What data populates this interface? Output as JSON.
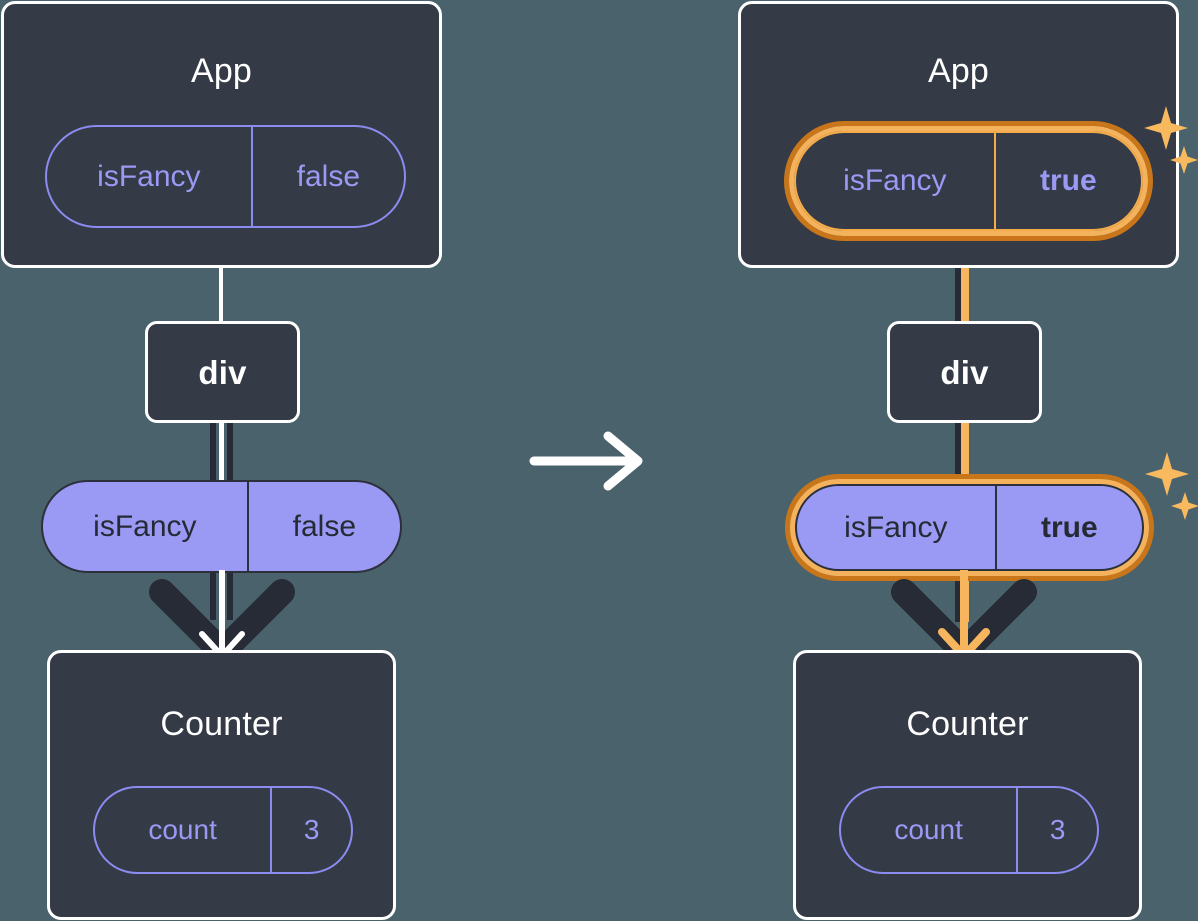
{
  "diagram": {
    "title": "React state update propagation",
    "background_color": "#4a626b",
    "box_fill": "#343a46",
    "box_border": "#ffffff",
    "pill_accent": "#9a9af5",
    "highlight_outer": "#c9761a",
    "highlight_inner": "#f5b25c",
    "sparkle_color": "#f8b95f",
    "line_white": "#ffffff",
    "line_dark": "#262b35"
  },
  "transition": {
    "arrow_icon": "arrow-right-icon",
    "label": ""
  },
  "before": {
    "app": {
      "title": "App",
      "state": {
        "key": "isFancy",
        "value": "false",
        "highlighted": false,
        "style": "outline"
      }
    },
    "div": {
      "title": "div"
    },
    "prop": {
      "key": "isFancy",
      "value": "false",
      "highlighted": false,
      "style": "filled"
    },
    "counter": {
      "title": "Counter",
      "state": {
        "key": "count",
        "value": "3",
        "highlighted": false,
        "style": "outline"
      }
    }
  },
  "after": {
    "app": {
      "title": "App",
      "state": {
        "key": "isFancy",
        "value": "true",
        "highlighted": true,
        "style": "outline"
      }
    },
    "div": {
      "title": "div"
    },
    "prop": {
      "key": "isFancy",
      "value": "true",
      "highlighted": true,
      "style": "filled"
    },
    "counter": {
      "title": "Counter",
      "state": {
        "key": "count",
        "value": "3",
        "highlighted": false,
        "style": "outline"
      }
    }
  }
}
